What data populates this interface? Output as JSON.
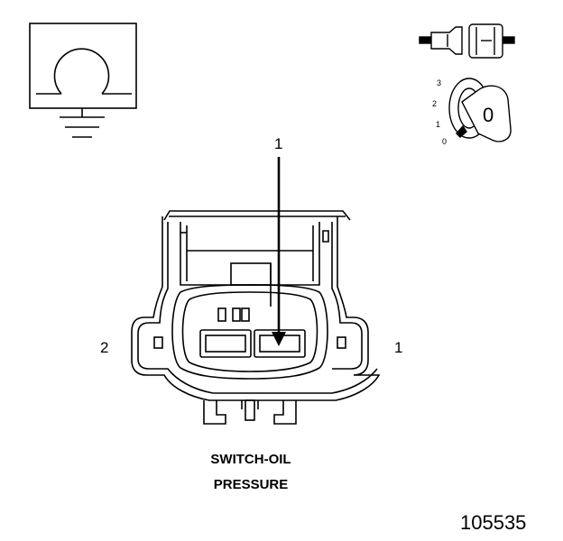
{
  "ohmmeter_symbol": {
    "icon": "ohm-ground-symbol-icon"
  },
  "connector_icon": {
    "icon": "harness-connector-icon"
  },
  "ignition": {
    "icon": "ignition-key-icon",
    "positions": [
      "3",
      "2",
      "1",
      "0"
    ],
    "key_label": "0"
  },
  "callout": {
    "label": "1"
  },
  "pins": {
    "left": "2",
    "right": "1"
  },
  "title": {
    "line1": "SWITCH-OIL",
    "line2": "PRESSURE"
  },
  "figure_id": "105535"
}
